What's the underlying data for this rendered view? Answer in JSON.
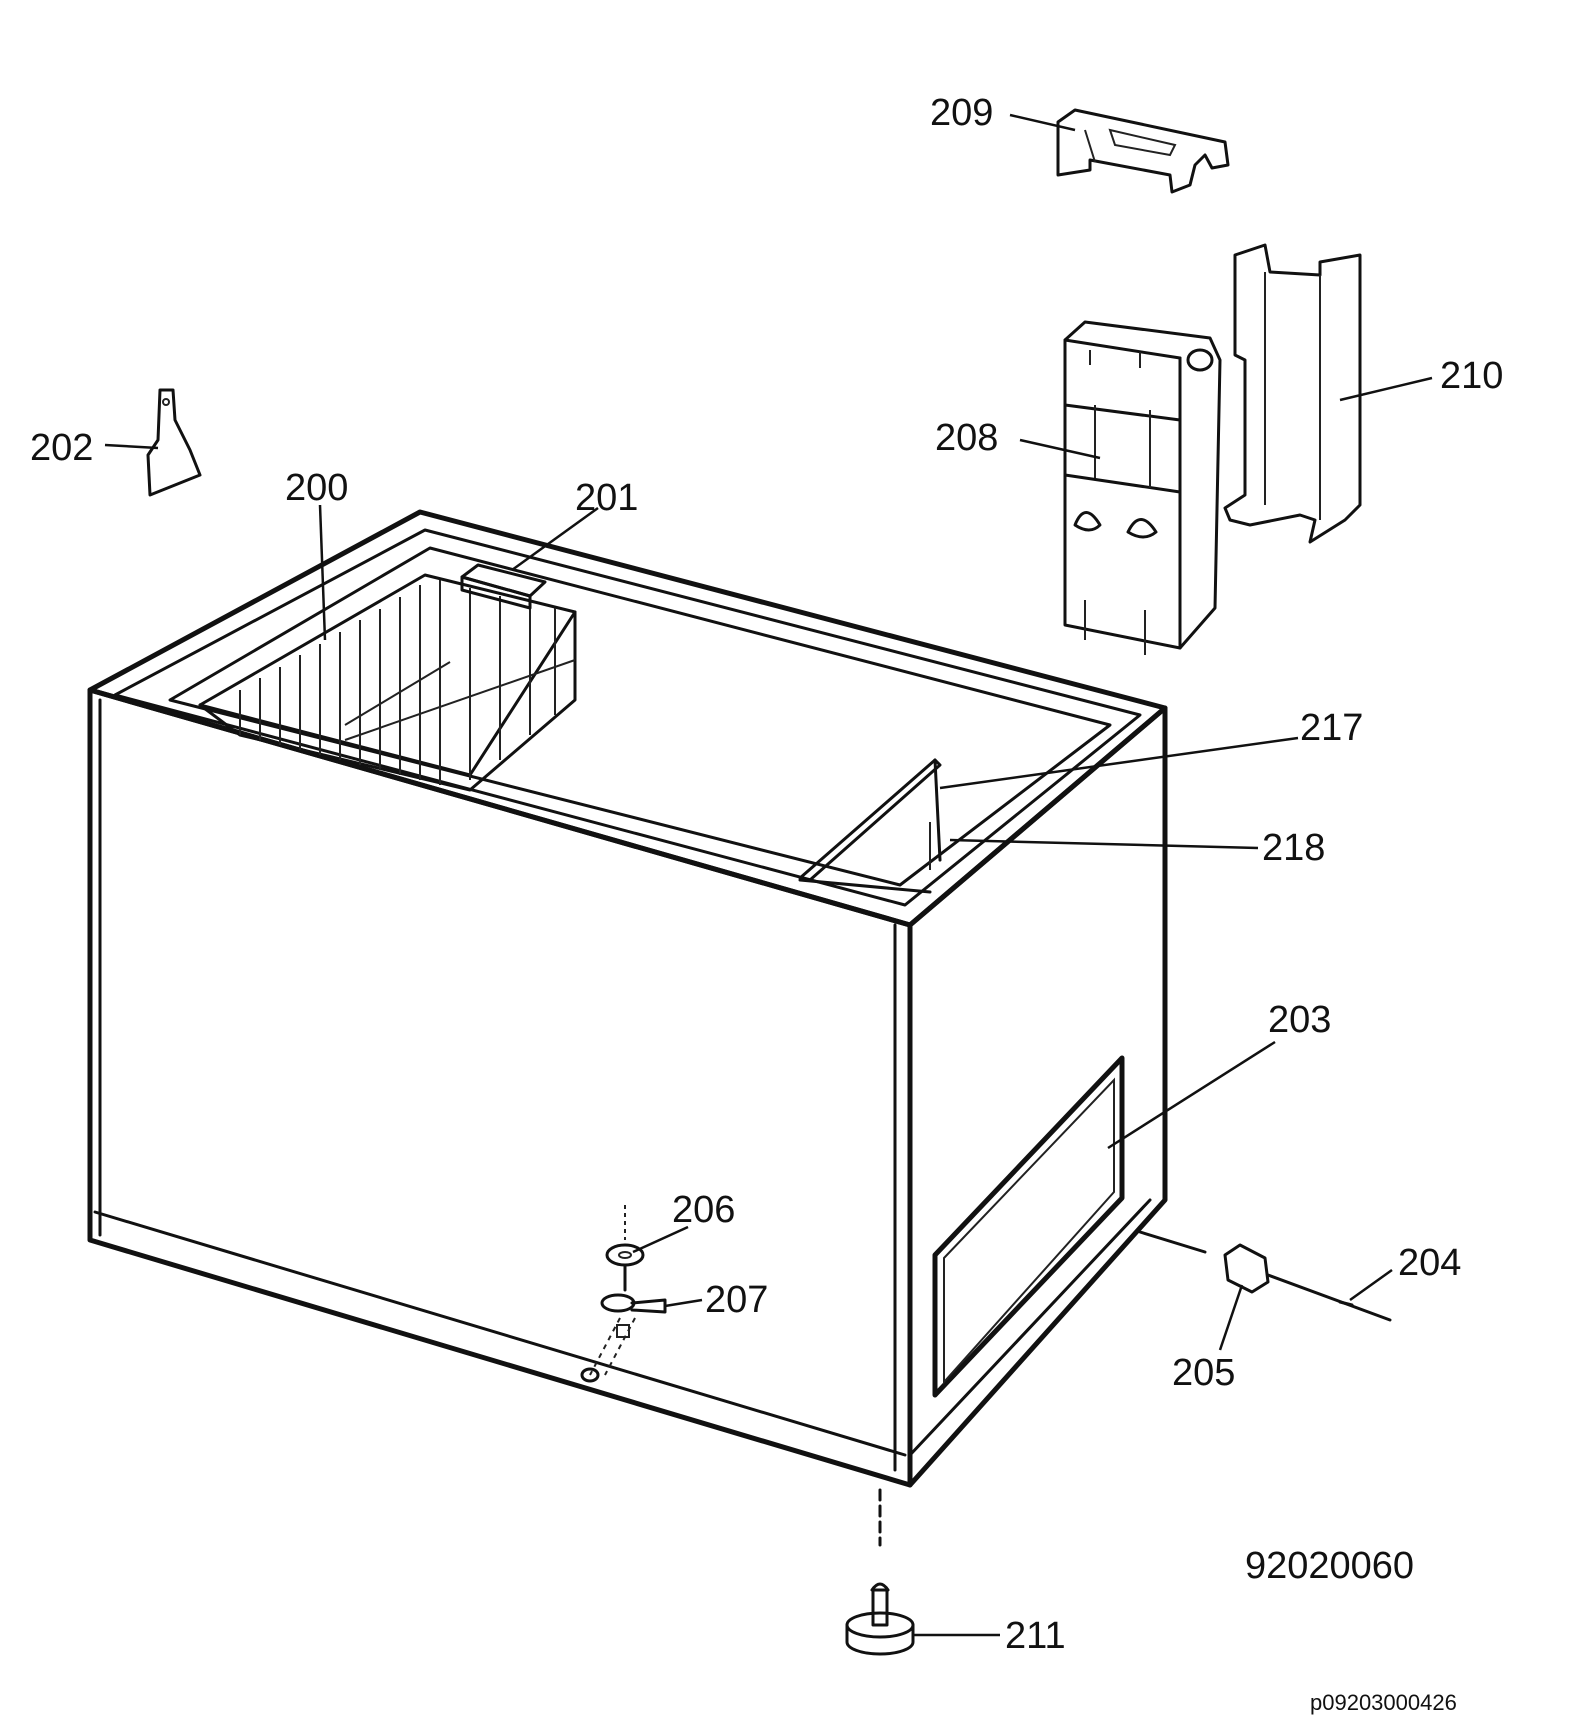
{
  "labels": {
    "p200": "200",
    "p201": "201",
    "p202": "202",
    "p203": "203",
    "p204": "204",
    "p205": "205",
    "p206": "206",
    "p207": "207",
    "p208": "208",
    "p209": "209",
    "p210": "210",
    "p211": "211",
    "p217": "217",
    "p218": "218"
  },
  "drawing_number": "92020060",
  "image_code": "p09203000426"
}
